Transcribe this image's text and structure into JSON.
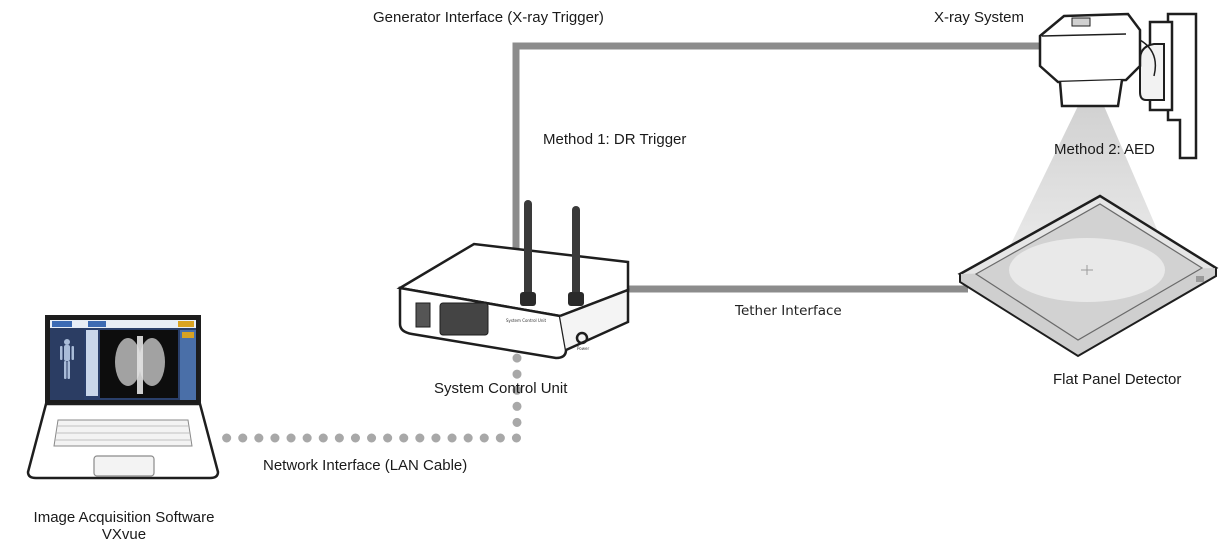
{
  "labels": {
    "generator_interface": "Generator Interface (X-ray Trigger)",
    "xray_system": "X-ray System",
    "method_1": "Method 1: DR Trigger",
    "method_2": "Method 2: AED",
    "tether_interface": "Tether Interface",
    "system_control_unit": "System Control Unit",
    "flat_panel_detector": "Flat Panel Detector",
    "network_interface": "Network Interface (LAN Cable)",
    "software_line1": "Image Acquisition Software",
    "software_line2": "VXvue"
  },
  "device_text": {
    "unit_plate": "System Control Unit",
    "power": "Power"
  },
  "colors": {
    "cable": "#8c8c8c",
    "lan_dots": "#a8a8a8",
    "device_outline": "#1e1e1e",
    "beam": "#dcdcdc",
    "antenna": "#3a3a3a"
  }
}
